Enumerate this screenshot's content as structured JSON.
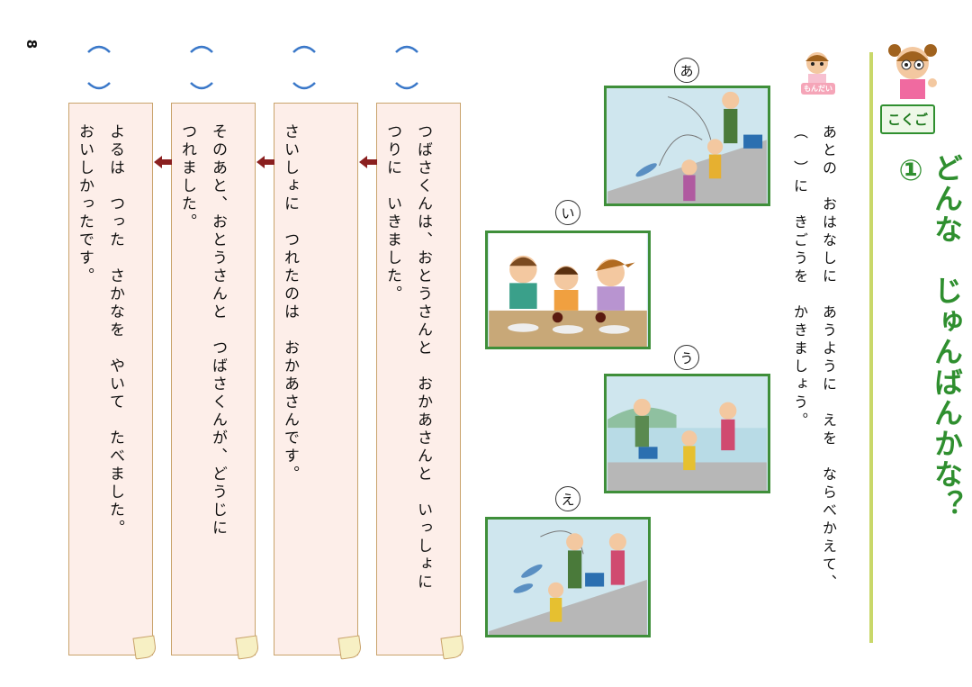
{
  "page_number": "8",
  "subject_label": "こくご",
  "title": "どんな　じゅんばんかな？①",
  "problem_badge": "もんだい",
  "instruction": {
    "line1": "あとの　おはなしに　あうように　えを　ならべかえて、",
    "line2": "（　）に　きごうを　かきましょう。"
  },
  "pictures": [
    {
      "label": "あ",
      "icon": "fishing-catch-scene"
    },
    {
      "label": "い",
      "icon": "family-dinner-scene"
    },
    {
      "label": "う",
      "icon": "family-walking-scene"
    },
    {
      "label": "え",
      "icon": "father-fishing-scene"
    }
  ],
  "story": [
    "つばさくんは、おとうさんと　おかあさんと　いっしょに\nつりに　いきました。",
    "さいしょに　つれたのは　おかあさんです。",
    "そのあと、おとうさんと　つばさくんが、どうじに\nつれました。",
    "よるは　つった　さかなを　やいて　たべました。\nおいしかったです。"
  ],
  "colors": {
    "accent_green": "#2f8f2f",
    "frame_green": "#3f8f3a",
    "scroll_bg": "#fdeee9",
    "paren_blue": "#3a78c9",
    "arrow_red": "#8a1f1f"
  }
}
